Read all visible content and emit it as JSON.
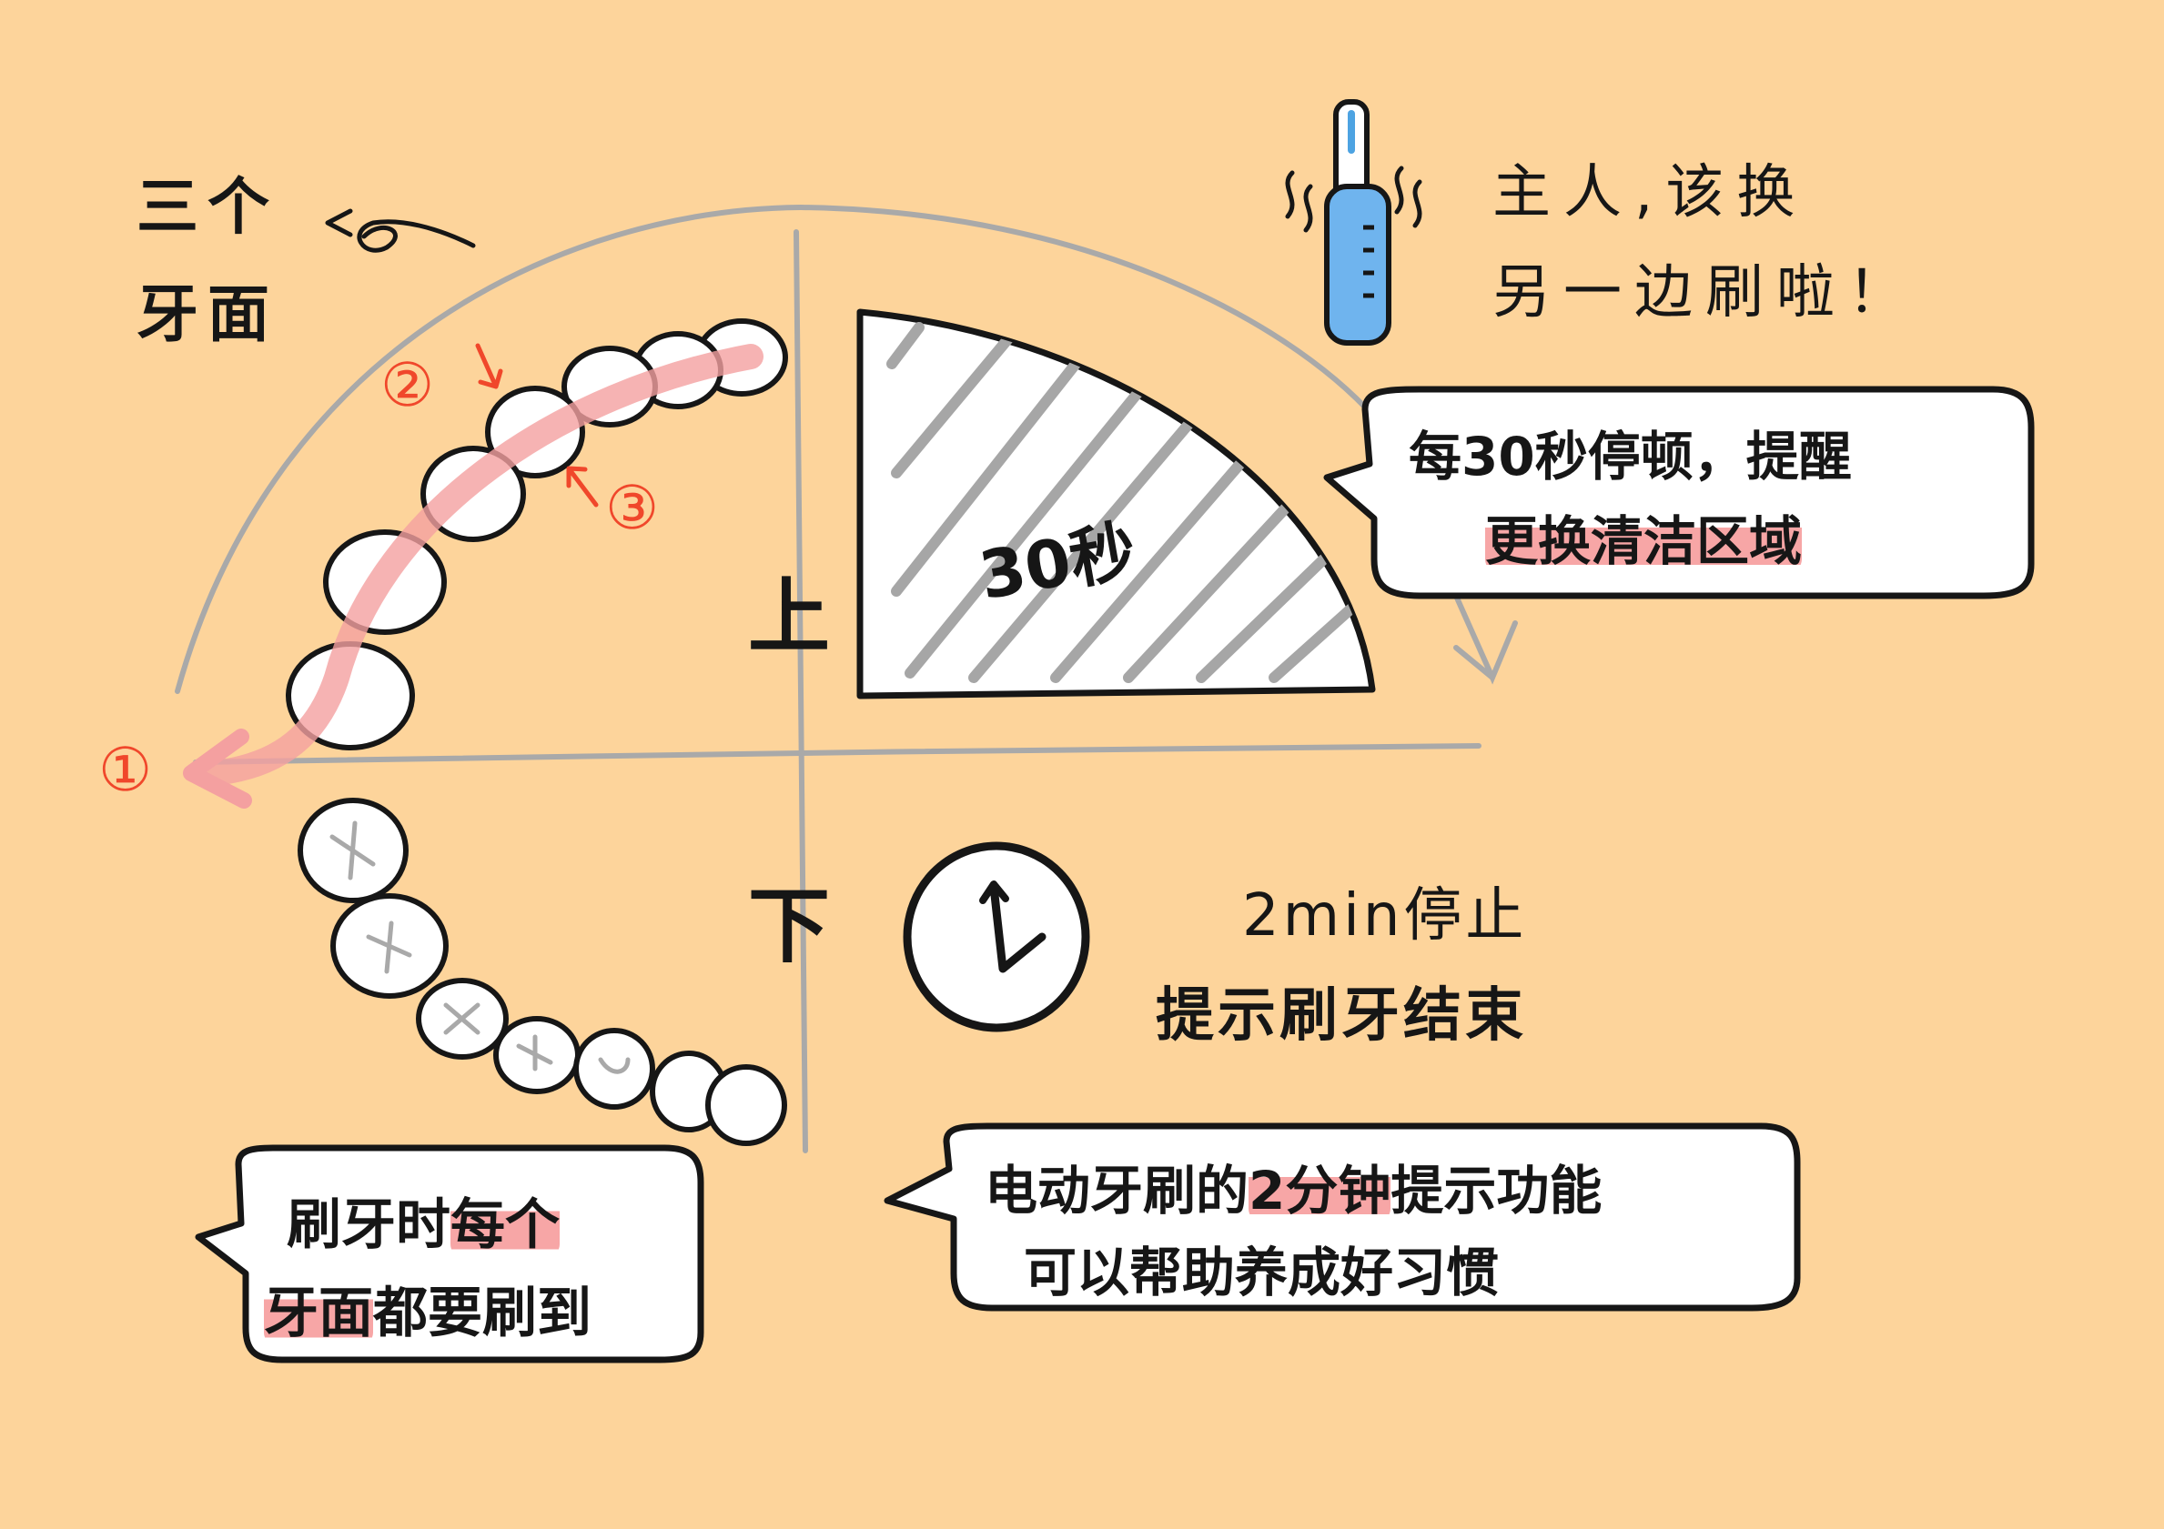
{
  "faces_label": {
    "line1": "三个",
    "line2": "牙面"
  },
  "brush_order": {
    "step1": "①",
    "step2": "②",
    "step3": "③"
  },
  "upper_label": "上",
  "lower_label": "下",
  "sector_label": "30秒",
  "owner_note": {
    "line1": "主人,该换",
    "line2": "另一边刷啦！"
  },
  "pause_bubble": {
    "line1": "每30秒停顿，提醒",
    "line2": "更换清洁区域"
  },
  "stop_note": {
    "line1": "2min停止",
    "line2": "提示刷牙结束"
  },
  "faces_bubble": {
    "line1_a": "刷牙时",
    "line1_hl": "每个",
    "line2_hl": "牙面",
    "line2_b": "都要刷到"
  },
  "timer_bubble": {
    "line1_a": "电动牙刷的",
    "line1_hl": "2分钟",
    "line1_b": "提示功能",
    "line2": "可以帮助养成好习惯"
  },
  "colors": {
    "background": "#FDD49B",
    "ink": "#161616",
    "highlight": "#F7A6A6",
    "step_marker": "#F0472B",
    "guide": "#A9A9A9",
    "brush_path": "#F4A0A0"
  }
}
